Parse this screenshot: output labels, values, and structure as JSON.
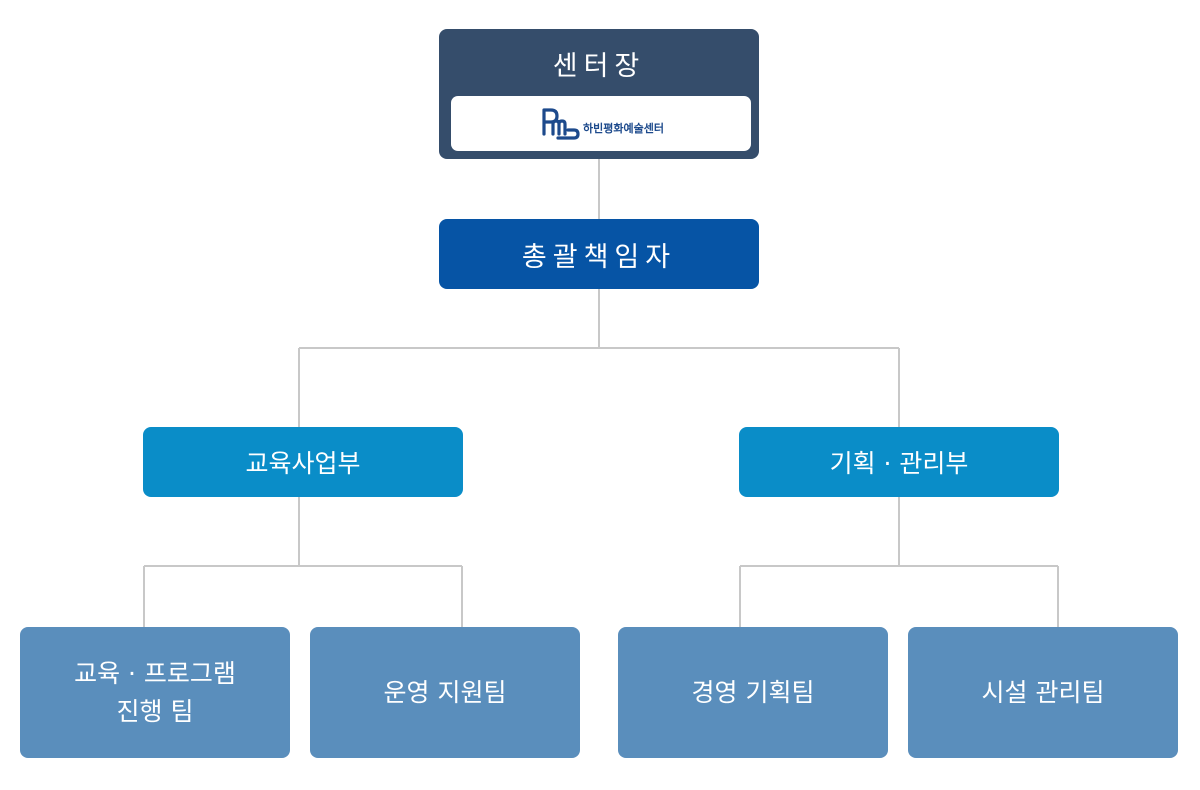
{
  "director": {
    "title": "센터장",
    "logo": {
      "text": "하빈평화예술센터",
      "brand_color": "#1d4a8c"
    }
  },
  "chief": {
    "title": "총괄책임자"
  },
  "departments": [
    {
      "title": "교육사업부",
      "teams": [
        {
          "line1": "교육 · 프로그램",
          "line2": "진행 팀"
        },
        {
          "line1": "운영 지원팀",
          "line2": ""
        }
      ]
    },
    {
      "title": "기획 · 관리부",
      "teams": [
        {
          "line1": "경영 기획팀",
          "line2": ""
        },
        {
          "line1": "시설 관리팀",
          "line2": ""
        }
      ]
    }
  ],
  "colors": {
    "director": "#354d6b",
    "chief": "#0654a5",
    "department": "#0a8dc8",
    "team": "#5a8ebc",
    "connector": "#c8c8c8"
  }
}
